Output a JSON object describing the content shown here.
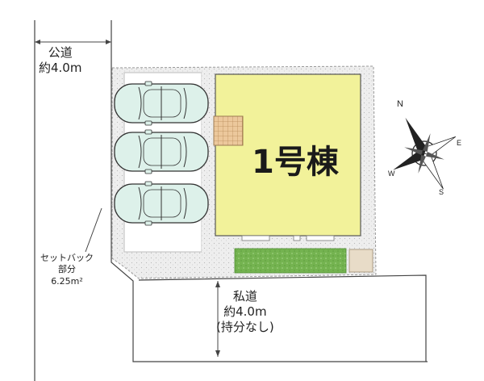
{
  "labels": {
    "public_road": {
      "name": "公道",
      "width": "約4.0m"
    },
    "private_road": {
      "name": "私道",
      "width": "約4.0m",
      "note": "(持分なし)"
    },
    "setback": {
      "line1": "セットバック",
      "line2": "部分",
      "area": "6.25m²"
    },
    "building": "1号棟"
  },
  "compass": {
    "n": "N",
    "e": "E",
    "s": "S",
    "w": "W"
  },
  "colors": {
    "building_fill": "#f2f29a",
    "building_stroke": "#555555",
    "lawn": "#6fb04a",
    "deck": "#e8c9a0",
    "gravel": "#ededed",
    "car_body": "#dff2ec",
    "road_line": "#444444"
  }
}
